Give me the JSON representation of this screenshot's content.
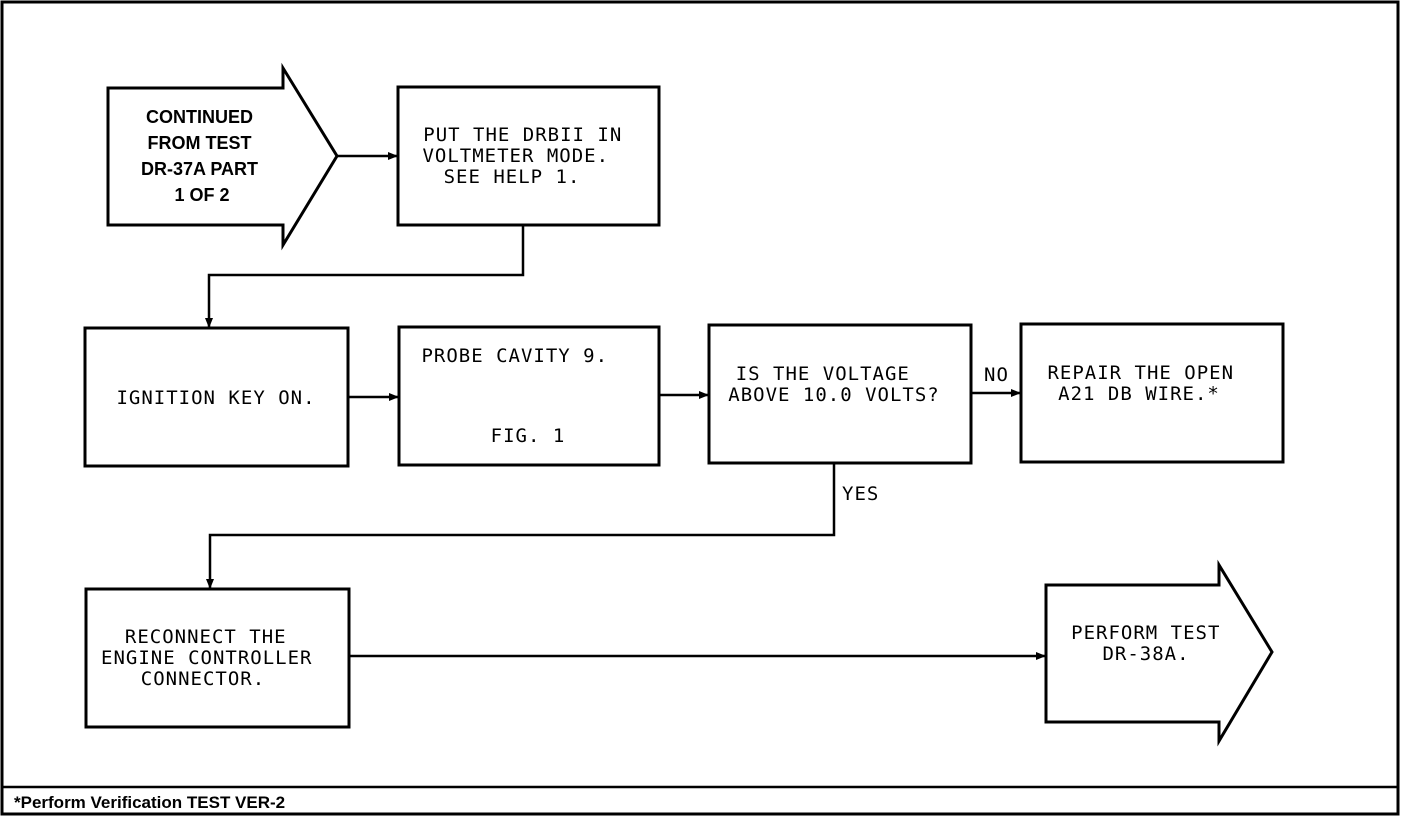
{
  "start": {
    "lines": [
      "CONTINUED",
      "FROM TEST",
      "DR-37A PART",
      "1 OF 2"
    ]
  },
  "steps": {
    "put_drbii": {
      "lines": [
        "PUT THE DRBII IN",
        "VOLTMETER MODE.",
        "SEE HELP 1."
      ]
    },
    "ignition": {
      "lines": [
        "IGNITION KEY ON."
      ]
    },
    "probe": {
      "lines": [
        "PROBE CAVITY 9."
      ],
      "figure": "FIG. 1"
    },
    "decision": {
      "lines": [
        "IS THE VOLTAGE",
        "ABOVE 10.0 VOLTS?"
      ]
    },
    "repair": {
      "lines": [
        "REPAIR THE OPEN",
        "A21 DB WIRE.*"
      ]
    },
    "reconnect": {
      "lines": [
        "RECONNECT THE",
        "ENGINE CONTROLLER",
        "CONNECTOR."
      ]
    }
  },
  "end": {
    "lines": [
      "PERFORM TEST",
      "DR-38A."
    ]
  },
  "labels": {
    "no": "NO",
    "yes": "YES"
  },
  "footnote": "*Perform Verification TEST VER-2",
  "colors": {
    "ink": "#000000",
    "paper": "#ffffff"
  }
}
